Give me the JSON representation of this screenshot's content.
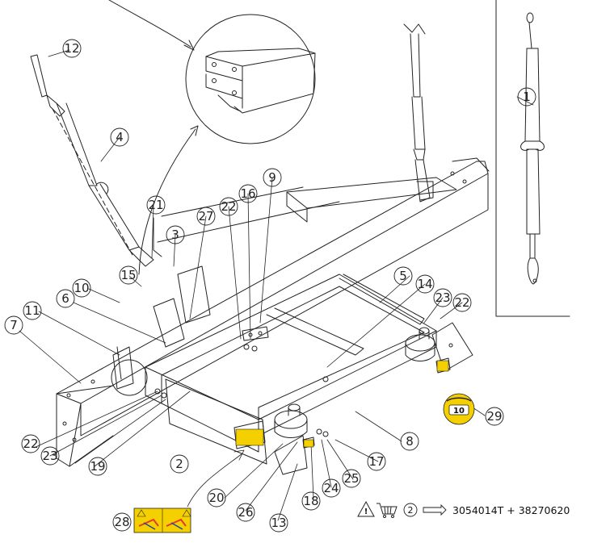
{
  "callouts": [
    {
      "id": "c1",
      "text": "1"
    },
    {
      "id": "c2",
      "text": "2"
    },
    {
      "id": "c3",
      "text": "3"
    },
    {
      "id": "c4",
      "text": "4"
    },
    {
      "id": "c5",
      "text": "5"
    },
    {
      "id": "c6",
      "text": "6"
    },
    {
      "id": "c7",
      "text": "7"
    },
    {
      "id": "c8",
      "text": "8"
    },
    {
      "id": "c9",
      "text": "9"
    },
    {
      "id": "c10",
      "text": "10"
    },
    {
      "id": "c11",
      "text": "11"
    },
    {
      "id": "c12",
      "text": "12"
    },
    {
      "id": "c13",
      "text": "13"
    },
    {
      "id": "c14",
      "text": "14"
    },
    {
      "id": "c15",
      "text": "15"
    },
    {
      "id": "c16",
      "text": "16"
    },
    {
      "id": "c17",
      "text": "17"
    },
    {
      "id": "c18",
      "text": "18"
    },
    {
      "id": "c19",
      "text": "19"
    },
    {
      "id": "c20",
      "text": "20"
    },
    {
      "id": "c21",
      "text": "21"
    },
    {
      "id": "c22a",
      "text": "22"
    },
    {
      "id": "c22b",
      "text": "22"
    },
    {
      "id": "c22c",
      "text": "22"
    },
    {
      "id": "c23a",
      "text": "23"
    },
    {
      "id": "c23b",
      "text": "23"
    },
    {
      "id": "c24",
      "text": "24"
    },
    {
      "id": "c25",
      "text": "25"
    },
    {
      "id": "c26",
      "text": "26"
    },
    {
      "id": "c27",
      "text": "27"
    },
    {
      "id": "c28",
      "text": "28"
    },
    {
      "id": "c29",
      "text": "29"
    }
  ],
  "torque_label": "10",
  "footer": {
    "qty": "2",
    "parts": "3054014T + 38270620"
  },
  "colors": {
    "line": "#222222",
    "decal": "#f5d000",
    "warning": "#e23b2e"
  }
}
